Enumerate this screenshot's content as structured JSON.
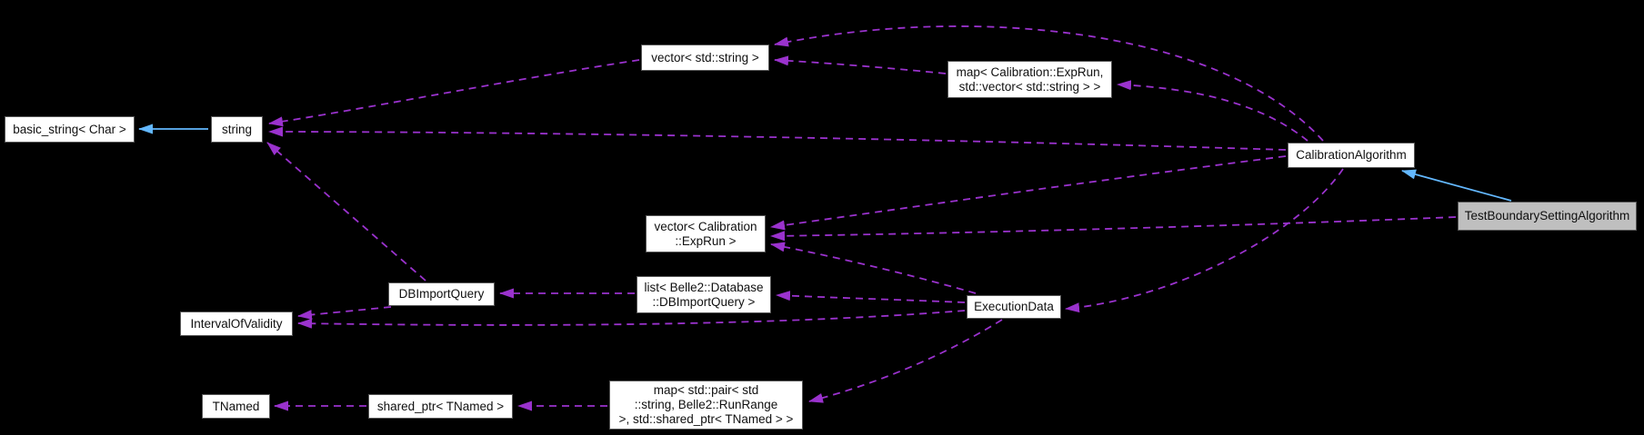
{
  "diagram": {
    "type": "doxygen-collaboration-graph",
    "selected_node": "TestBoundarySettingAlgorithm"
  },
  "colors": {
    "background": "#000000",
    "usage_edge": "#9A32CD",
    "inheritance_edge": "#63B8FF",
    "node_bg": "#FFFFFF",
    "node_border": "#565656",
    "selected_node_bg": "#BFBFBF"
  },
  "nodes": [
    {
      "id": "basic-string",
      "lines": [
        "basic_string< Char >"
      ]
    },
    {
      "id": "string",
      "lines": [
        "string"
      ]
    },
    {
      "id": "vector-std-string",
      "lines": [
        "vector< std::string >"
      ]
    },
    {
      "id": "map-exprun-vector",
      "lines": [
        "map< Calibration::ExpRun,",
        "std::vector< std::string > >"
      ]
    },
    {
      "id": "calibration-algorithm",
      "lines": [
        "CalibrationAlgorithm"
      ]
    },
    {
      "id": "test-boundary-setting-algorithm",
      "lines": [
        "TestBoundarySettingAlgorithm"
      ]
    },
    {
      "id": "vector-exprun",
      "lines": [
        "vector< Calibration",
        "::ExpRun >"
      ]
    },
    {
      "id": "db-import-query",
      "lines": [
        "DBImportQuery"
      ]
    },
    {
      "id": "list-db-import-query",
      "lines": [
        "list< Belle2::Database",
        "::DBImportQuery >"
      ]
    },
    {
      "id": "execution-data",
      "lines": [
        "ExecutionData"
      ]
    },
    {
      "id": "interval-of-validity",
      "lines": [
        "IntervalOfValidity"
      ]
    },
    {
      "id": "tnamed",
      "lines": [
        "TNamed"
      ]
    },
    {
      "id": "shared-ptr-tnamed",
      "lines": [
        "shared_ptr< TNamed >"
      ]
    },
    {
      "id": "map-pair-runrange",
      "lines": [
        "map< std::pair< std",
        "::string, Belle2::RunRange",
        " >, std::shared_ptr< TNamed > >"
      ]
    }
  ],
  "edges": [
    {
      "from": "string",
      "to": "basic_string< Char >",
      "style": "solid-inheritance"
    },
    {
      "from": "TestBoundarySettingAlgorithm",
      "to": "CalibrationAlgorithm",
      "style": "solid-inheritance"
    },
    {
      "from": "vector< std::string >",
      "to": "string",
      "style": "dashed-usage"
    },
    {
      "from": "CalibrationAlgorithm",
      "to": "string",
      "style": "dashed-usage"
    },
    {
      "from": "DBImportQuery",
      "to": "string",
      "style": "dashed-usage"
    },
    {
      "from": "CalibrationAlgorithm",
      "to": "vector< std::string >",
      "style": "dashed-usage"
    },
    {
      "from": "map< Calibration::ExpRun, std::vector< std::string > >",
      "to": "vector< std::string >",
      "style": "dashed-usage"
    },
    {
      "from": "CalibrationAlgorithm",
      "to": "map< Calibration::ExpRun, std::vector< std::string > >",
      "style": "dashed-usage"
    },
    {
      "from": "CalibrationAlgorithm",
      "to": "vector< Calibration::ExpRun >",
      "style": "dashed-usage"
    },
    {
      "from": "TestBoundarySettingAlgorithm",
      "to": "vector< Calibration::ExpRun >",
      "style": "dashed-usage"
    },
    {
      "from": "ExecutionData",
      "to": "vector< Calibration::ExpRun >",
      "style": "dashed-usage"
    },
    {
      "from": "CalibrationAlgorithm",
      "to": "ExecutionData",
      "style": "dashed-usage"
    },
    {
      "from": "ExecutionData",
      "to": "list< Belle2::Database::DBImportQuery >",
      "style": "dashed-usage"
    },
    {
      "from": "list< Belle2::Database::DBImportQuery >",
      "to": "DBImportQuery",
      "style": "dashed-usage"
    },
    {
      "from": "ExecutionData",
      "to": "IntervalOfValidity",
      "style": "dashed-usage"
    },
    {
      "from": "DBImportQuery",
      "to": "IntervalOfValidity",
      "style": "dashed-usage"
    },
    {
      "from": "ExecutionData",
      "to": "map< std::pair< std::string, Belle2::RunRange >, std::shared_ptr< TNamed > >",
      "style": "dashed-usage"
    },
    {
      "from": "map< std::pair< std::string, Belle2::RunRange >, std::shared_ptr< TNamed > >",
      "to": "shared_ptr< TNamed >",
      "style": "dashed-usage"
    },
    {
      "from": "shared_ptr< TNamed >",
      "to": "TNamed",
      "style": "dashed-usage"
    }
  ]
}
